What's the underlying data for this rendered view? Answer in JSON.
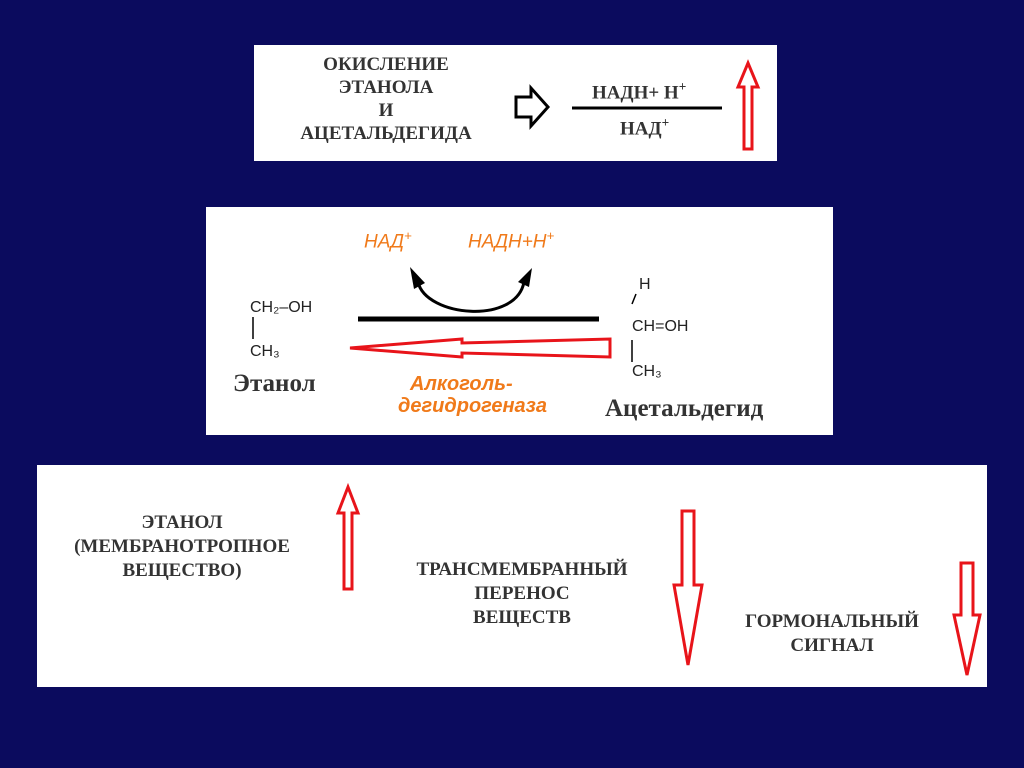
{
  "panel1": {
    "title_lines": [
      "ОКИСЛЕНИЕ",
      "ЭТАНОЛА",
      "И",
      "АЦЕТАЛЬДЕГИДА"
    ],
    "numerator": "НАДН+ Н",
    "numerator_sup": "+",
    "denominator": "НАД",
    "denominator_sup": "+"
  },
  "panel2": {
    "cofactor_left": "НАД",
    "cofactor_left_sup": "+",
    "cofactor_right": "НАДН+Н",
    "cofactor_right_sup": "+",
    "ethanol_top": "CH₂–OH",
    "ethanol_bottom": "CH₃",
    "acetaldehyde_h": "H",
    "acetaldehyde_mid": "CH=OH",
    "acetaldehyde_bottom": "CH₃",
    "ethanol_label": "Этанол",
    "acetaldehyde_label": "Ацетальдегид",
    "enzyme_line1": "Алкоголь-",
    "enzyme_line2": "дегидрогеназа"
  },
  "panel3": {
    "ethanol_lines": [
      "ЭТАНОЛ",
      "(МЕМБРАНОТРОПНОЕ",
      "ВЕЩЕСТВО)"
    ],
    "transport_lines": [
      "ТРАНСМЕМБРАННЫЙ",
      "ПЕРЕНОС",
      "ВЕЩЕСТВ"
    ],
    "hormone_lines": [
      "ГОРМОНАЛЬНЫЙ",
      "СИГНАЛ"
    ]
  },
  "colors": {
    "background": "#0b0b5e",
    "arrow_red": "#e8141a",
    "enzyme_orange": "#f07a1a"
  }
}
